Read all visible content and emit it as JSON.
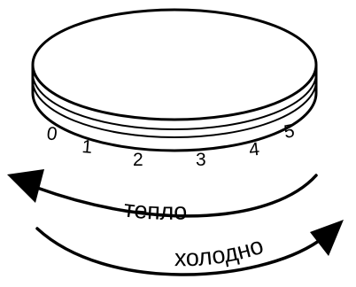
{
  "dial": {
    "scale_numbers": [
      "0",
      "1",
      "2",
      "3",
      "4",
      "5"
    ]
  },
  "arrows": {
    "upper_label": "тепло",
    "lower_label": "холодно"
  },
  "colors": {
    "line": "#000000",
    "background": "#ffffff"
  }
}
